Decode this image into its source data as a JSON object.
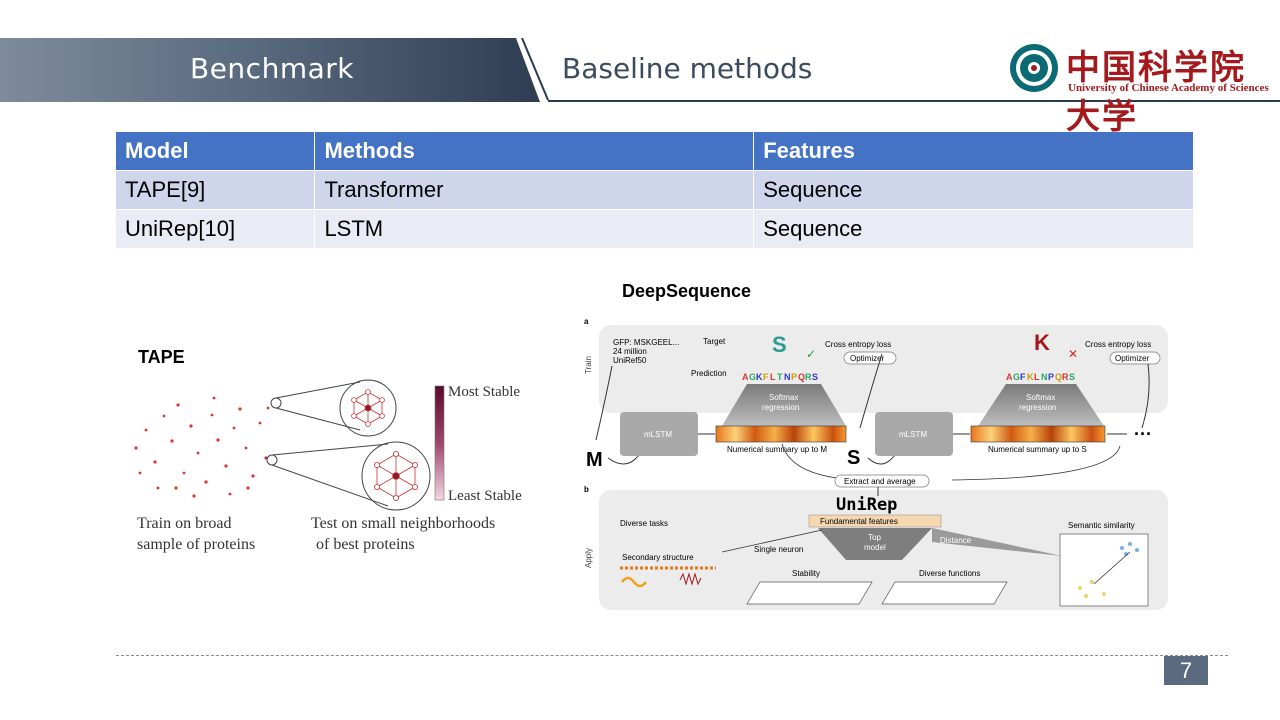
{
  "header": {
    "section_title": "Benchmark",
    "subtitle": "Baseline methods",
    "logo_cn": "中国科学院大学",
    "logo_en": "University of Chinese Academy of Sciences"
  },
  "table": {
    "headers": [
      "Model",
      "Methods",
      "Features"
    ],
    "rows": [
      [
        "TAPE[9]",
        "Transformer",
        "Sequence"
      ],
      [
        "UniRep[10]",
        "LSTM",
        "Sequence"
      ]
    ],
    "colors": {
      "header": "#4472c4",
      "row_a": "#cfd5ea",
      "row_b": "#e9ebf5"
    }
  },
  "tape": {
    "label": "TAPE",
    "most_stable": "Most Stable",
    "least_stable": "Least Stable",
    "caption_left_1": "Train on broad",
    "caption_left_2": "sample of proteins",
    "caption_right_1": "Test on small neighborhoods",
    "caption_right_2": "of best proteins"
  },
  "deepsequence": {
    "label": "DeepSequence",
    "panel_a": "a",
    "panel_b": "b",
    "train": "Train",
    "apply": "Apply",
    "gfp_1": "GFP: MSKGEEL...",
    "gfp_2": "24 million",
    "gfp_3": "UniRef50",
    "target": "Target",
    "prediction": "Prediction",
    "target_s": "S",
    "target_k": "K",
    "cross_entropy": "Cross entropy loss",
    "optimizer": "Optimizer",
    "softmax_1": "Softmax",
    "softmax_2": "regression",
    "mlstm": "mLSTM",
    "summary_m": "Numerical summary up to M",
    "summary_s": "Numerical summary up to S",
    "token_m": "M",
    "token_s": "S",
    "ellipsis": "···",
    "extract": "Extract and average",
    "unirep": "UniRep",
    "fundamental": "Fundamental features",
    "diverse_tasks": "Diverse tasks",
    "top_model_1": "Top",
    "top_model_2": "model",
    "single_neuron": "Single neuron",
    "distance": "Distance",
    "secondary_structure": "Secondary structure",
    "stability": "Stability",
    "diverse_functions": "Diverse functions",
    "semantic_similarity": "Semantic similarity"
  },
  "footer": {
    "page": "7"
  }
}
